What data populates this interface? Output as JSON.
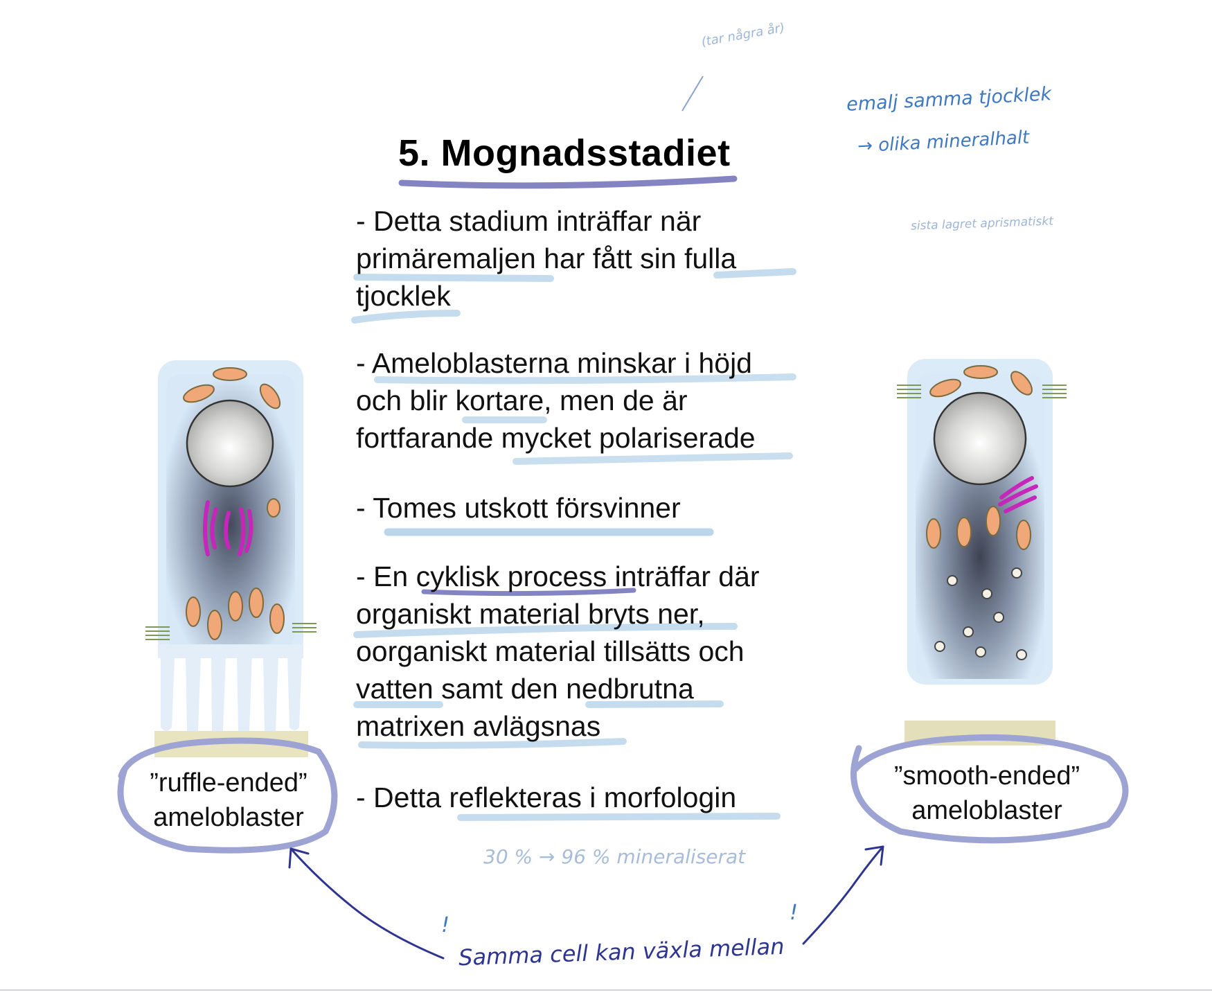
{
  "title": "5. Mognadsstadiet",
  "bullets": [
    {
      "lines": [
        "- Detta stadium inträffar när",
        "primäremaljen har fått sin fulla",
        "tjocklek"
      ]
    },
    {
      "lines": [
        "- Ameloblasterna minskar i höjd",
        "och blir kortare, men de är",
        "fortfarande mycket polariserade"
      ]
    },
    {
      "lines": [
        "- Tomes utskott försvinner"
      ]
    },
    {
      "lines": [
        "- En cyklisk process inträffar där",
        "organiskt material bryts ner,",
        "oorganiskt material tillsätts och",
        "vatten samt den nedbrutna",
        "matrixen avlägsnas"
      ]
    },
    {
      "lines": [
        "- Detta reflekteras i morfologin"
      ]
    }
  ],
  "left_cell": {
    "caption_line1": "”ruffle-ended”",
    "caption_line2": "ameloblaster"
  },
  "right_cell": {
    "caption_line1": "”smooth-ended”",
    "caption_line2": "ameloblaster"
  },
  "handwritten": {
    "top_note": "(tar några år)",
    "emalj_note_1": "emalj   samma  tjocklek",
    "emalj_note_2": "→ olika  mineralhalt",
    "layer_note": "sista  lagret  aprismatiskt",
    "mineral_note": "30 %  →  96 %  mineraliserat",
    "bottom_note": "Samma  cell  kan  växla  mellan",
    "exclamation": "!"
  },
  "colors": {
    "highlight_blue": "#b7d3ea",
    "highlight_purple": "#6f6fb8",
    "circle": "#9da3d2",
    "ink_blue": "#3d78c0",
    "ink_navy": "#2d3590",
    "ink_light": "#9eb6d6",
    "golgi": "#c427b9",
    "mitochondria": "#f0a878"
  }
}
